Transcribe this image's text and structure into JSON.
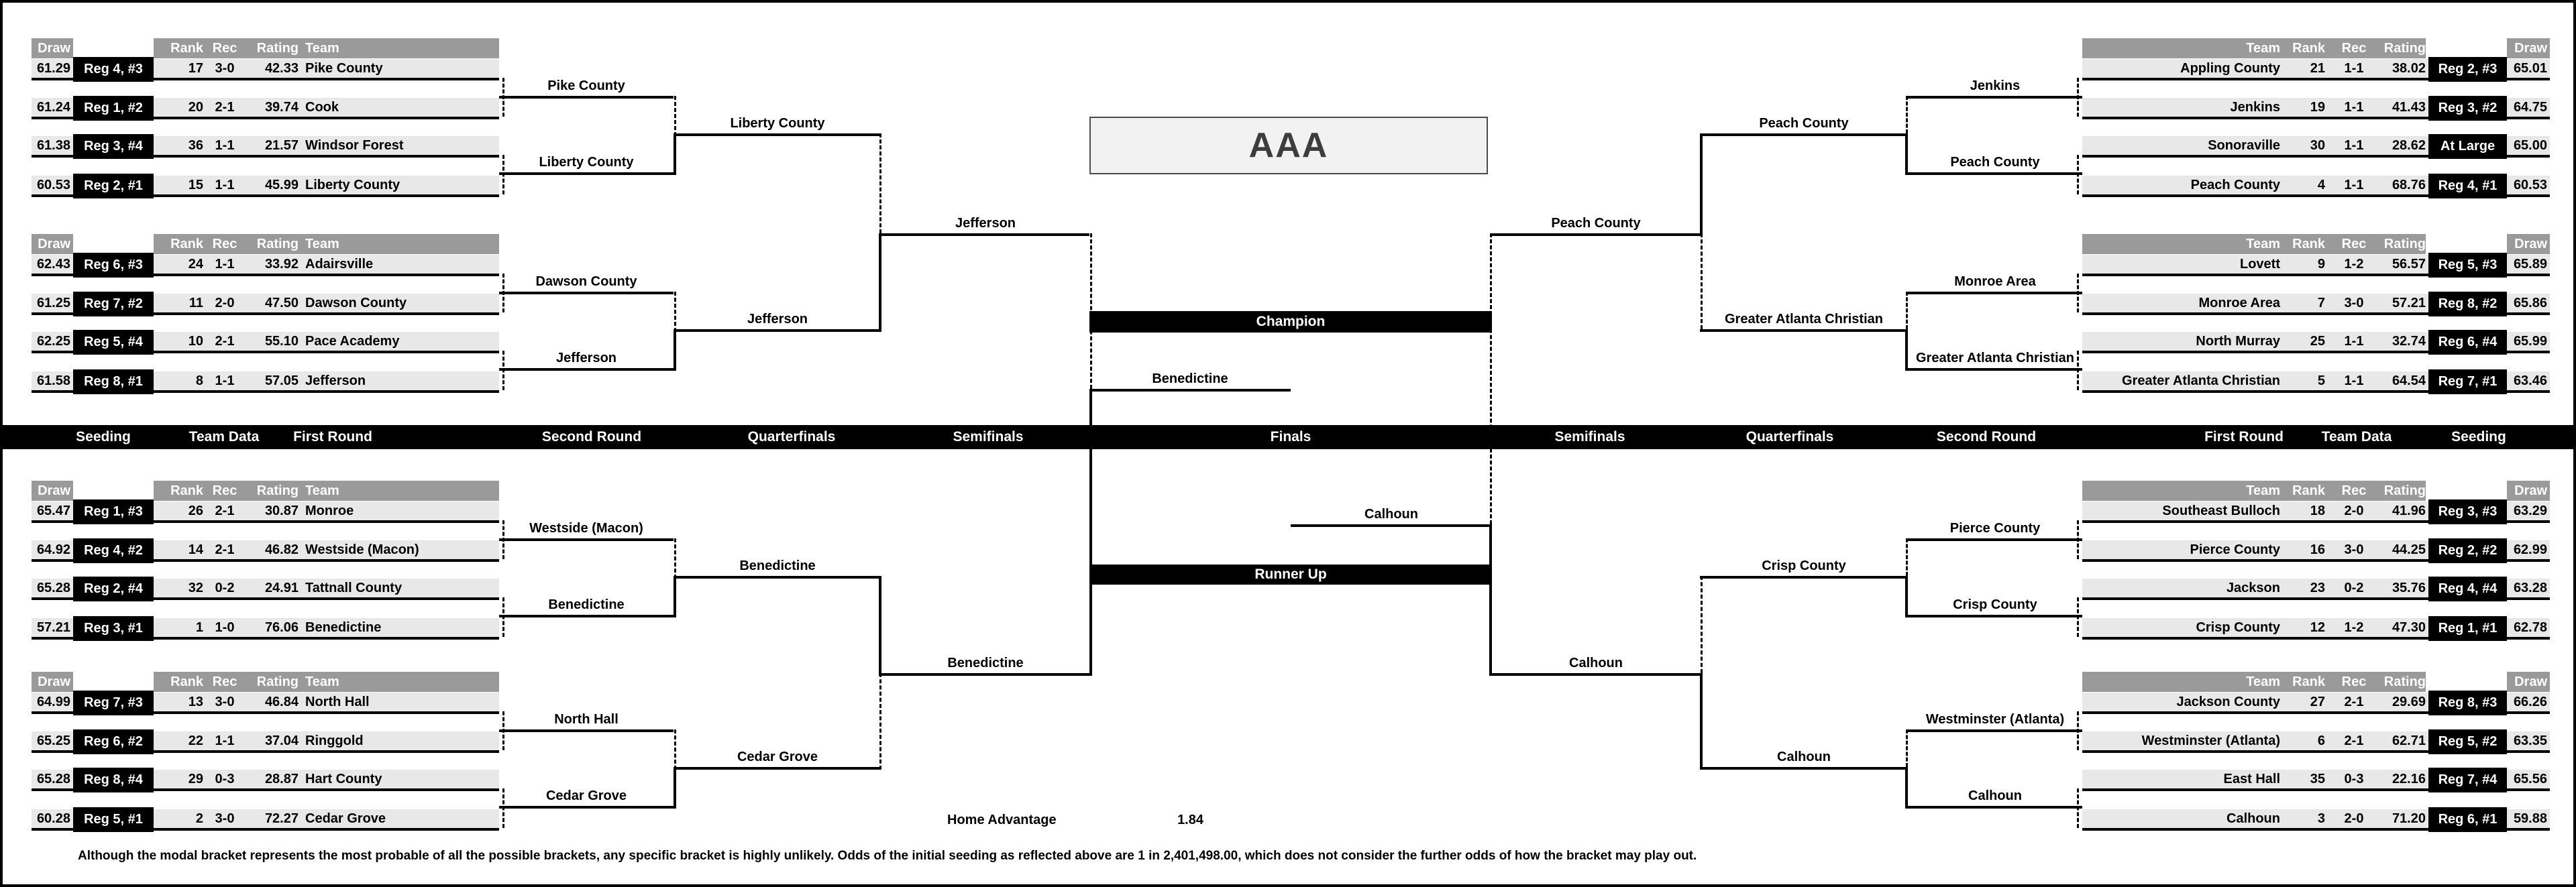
{
  "title": "AAA",
  "headers": {
    "draw": "Draw",
    "rank": "Rank",
    "rec": "Rec",
    "rating": "Rating",
    "team": "Team"
  },
  "round_labels": [
    "Seeding",
    "Team Data",
    "First Round",
    "Second Round",
    "Quarterfinals",
    "Semifinals",
    "Finals",
    "Semifinals",
    "Quarterfinals",
    "Second Round",
    "First Round",
    "Team Data",
    "Seeding"
  ],
  "center": {
    "champion": "Champion",
    "runner_up": "Runner Up"
  },
  "home_advantage": {
    "label": "Home Advantage",
    "value": "1.84"
  },
  "footnote": "Although the modal bracket represents the most probable of all the possible brackets, any specific bracket is highly unlikely.  Odds of the initial seeding as reflected above are 1 in 2,401,498.00, which does not consider the further odds of how the bracket may play out.",
  "colors": {
    "header_gray": "#9a9a9a",
    "row_gray": "#e8e8e8",
    "bar_black": "#000000",
    "panel_gray": "#f2f2f2"
  },
  "left_groups": [
    {
      "rows": [
        {
          "draw": "61.29",
          "seed": "Reg 4, #3",
          "rank": "17",
          "rec": "3-0",
          "rating": "42.33",
          "team": "Pike County"
        },
        {
          "draw": "61.24",
          "seed": "Reg 1, #2",
          "rank": "20",
          "rec": "2-1",
          "rating": "39.74",
          "team": "Cook"
        },
        {
          "draw": "61.38",
          "seed": "Reg 3, #4",
          "rank": "36",
          "rec": "1-1",
          "rating": "21.57",
          "team": "Windsor Forest"
        },
        {
          "draw": "60.53",
          "seed": "Reg 2, #1",
          "rank": "15",
          "rec": "1-1",
          "rating": "45.99",
          "team": "Liberty County"
        }
      ]
    },
    {
      "rows": [
        {
          "draw": "62.43",
          "seed": "Reg 6, #3",
          "rank": "24",
          "rec": "1-1",
          "rating": "33.92",
          "team": "Adairsville"
        },
        {
          "draw": "61.25",
          "seed": "Reg 7, #2",
          "rank": "11",
          "rec": "2-0",
          "rating": "47.50",
          "team": "Dawson County"
        },
        {
          "draw": "62.25",
          "seed": "Reg 5, #4",
          "rank": "10",
          "rec": "2-1",
          "rating": "55.10",
          "team": "Pace Academy"
        },
        {
          "draw": "61.58",
          "seed": "Reg 8, #1",
          "rank": "8",
          "rec": "1-1",
          "rating": "57.05",
          "team": "Jefferson"
        }
      ]
    },
    {
      "rows": [
        {
          "draw": "65.47",
          "seed": "Reg 1, #3",
          "rank": "26",
          "rec": "2-1",
          "rating": "30.87",
          "team": "Monroe"
        },
        {
          "draw": "64.92",
          "seed": "Reg 4, #2",
          "rank": "14",
          "rec": "2-1",
          "rating": "46.82",
          "team": "Westside (Macon)"
        },
        {
          "draw": "65.28",
          "seed": "Reg 2, #4",
          "rank": "32",
          "rec": "0-2",
          "rating": "24.91",
          "team": "Tattnall County"
        },
        {
          "draw": "57.21",
          "seed": "Reg 3, #1",
          "rank": "1",
          "rec": "1-0",
          "rating": "76.06",
          "team": "Benedictine"
        }
      ]
    },
    {
      "rows": [
        {
          "draw": "64.99",
          "seed": "Reg 7, #3",
          "rank": "13",
          "rec": "3-0",
          "rating": "46.84",
          "team": "North Hall"
        },
        {
          "draw": "65.25",
          "seed": "Reg 6, #2",
          "rank": "22",
          "rec": "1-1",
          "rating": "37.04",
          "team": "Ringgold"
        },
        {
          "draw": "65.28",
          "seed": "Reg 8, #4",
          "rank": "29",
          "rec": "0-3",
          "rating": "28.87",
          "team": "Hart County"
        },
        {
          "draw": "60.28",
          "seed": "Reg 5, #1",
          "rank": "2",
          "rec": "3-0",
          "rating": "72.27",
          "team": "Cedar Grove"
        }
      ]
    }
  ],
  "right_groups": [
    {
      "rows": [
        {
          "team": "Appling County",
          "rank": "21",
          "rec": "1-1",
          "rating": "38.02",
          "seed": "Reg 2, #3",
          "draw": "65.01"
        },
        {
          "team": "Jenkins",
          "rank": "19",
          "rec": "1-1",
          "rating": "41.43",
          "seed": "Reg 3, #2",
          "draw": "64.75"
        },
        {
          "team": "Sonoraville",
          "rank": "30",
          "rec": "1-1",
          "rating": "28.62",
          "seed": "At Large",
          "draw": "65.00"
        },
        {
          "team": "Peach County",
          "rank": "4",
          "rec": "1-1",
          "rating": "68.76",
          "seed": "Reg 4, #1",
          "draw": "60.53"
        }
      ]
    },
    {
      "rows": [
        {
          "team": "Lovett",
          "rank": "9",
          "rec": "1-2",
          "rating": "56.57",
          "seed": "Reg 5, #3",
          "draw": "65.89"
        },
        {
          "team": "Monroe Area",
          "rank": "7",
          "rec": "3-0",
          "rating": "57.21",
          "seed": "Reg 8, #2",
          "draw": "65.86"
        },
        {
          "team": "North Murray",
          "rank": "25",
          "rec": "1-1",
          "rating": "32.74",
          "seed": "Reg 6, #4",
          "draw": "65.99"
        },
        {
          "team": "Greater Atlanta Christian",
          "rank": "5",
          "rec": "1-1",
          "rating": "64.54",
          "seed": "Reg 7, #1",
          "draw": "63.46"
        }
      ]
    },
    {
      "rows": [
        {
          "team": "Southeast Bulloch",
          "rank": "18",
          "rec": "2-0",
          "rating": "41.96",
          "seed": "Reg 3, #3",
          "draw": "63.29"
        },
        {
          "team": "Pierce County",
          "rank": "16",
          "rec": "3-0",
          "rating": "44.25",
          "seed": "Reg 2, #2",
          "draw": "62.99"
        },
        {
          "team": "Jackson",
          "rank": "23",
          "rec": "0-2",
          "rating": "35.76",
          "seed": "Reg 4, #4",
          "draw": "63.28"
        },
        {
          "team": "Crisp County",
          "rank": "12",
          "rec": "1-2",
          "rating": "47.30",
          "seed": "Reg 1, #1",
          "draw": "62.78"
        }
      ]
    },
    {
      "rows": [
        {
          "team": "Jackson County",
          "rank": "27",
          "rec": "2-1",
          "rating": "29.69",
          "seed": "Reg 8, #3",
          "draw": "66.26"
        },
        {
          "team": "Westminster (Atlanta)",
          "rank": "6",
          "rec": "2-1",
          "rating": "62.71",
          "seed": "Reg 5, #2",
          "draw": "63.35"
        },
        {
          "team": "East Hall",
          "rank": "35",
          "rec": "0-3",
          "rating": "22.16",
          "seed": "Reg 7, #4",
          "draw": "65.56"
        },
        {
          "team": "Calhoun",
          "rank": "3",
          "rec": "2-0",
          "rating": "71.20",
          "seed": "Reg 6, #1",
          "draw": "59.88"
        }
      ]
    }
  ],
  "bracket": {
    "left": {
      "first_round": [
        "Pike County",
        "Liberty County",
        "Dawson County",
        "Jefferson",
        "Westside (Macon)",
        "Benedictine",
        "North Hall",
        "Cedar Grove"
      ],
      "second_round": [
        "Liberty County",
        "Jefferson",
        "Benedictine",
        "Cedar Grove"
      ],
      "quarterfinals": [
        "Jefferson",
        "Benedictine"
      ],
      "finalist": "Benedictine"
    },
    "right": {
      "first_round": [
        "Jenkins",
        "Peach County",
        "Monroe Area",
        "Greater Atlanta Christian",
        "Pierce County",
        "Crisp County",
        "Westminster (Atlanta)",
        "Calhoun"
      ],
      "second_round": [
        "Peach County",
        "Greater Atlanta Christian",
        "Crisp County",
        "Calhoun"
      ],
      "quarterfinals": [
        "Peach County",
        "Calhoun"
      ],
      "finalist": "Calhoun"
    }
  }
}
